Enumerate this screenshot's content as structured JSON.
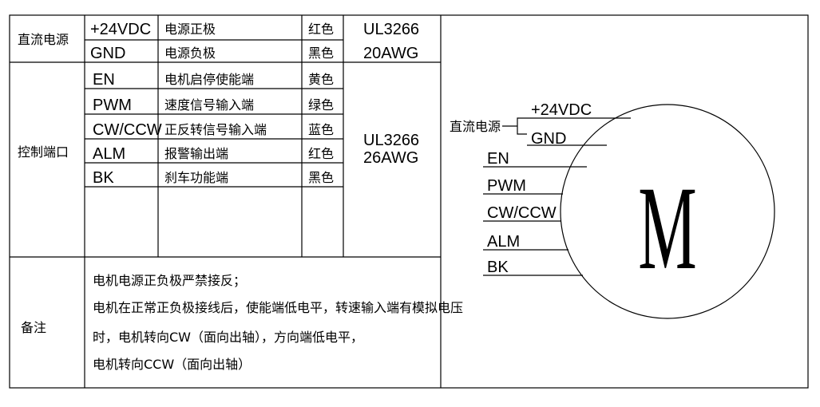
{
  "power": {
    "group": "直流电源",
    "rows": [
      {
        "signal": "+24VDC",
        "desc": "电源正极",
        "color": "红色"
      },
      {
        "signal": "GND",
        "desc": "电源负极",
        "color": "黑色"
      }
    ],
    "cable": [
      "UL3266",
      "20AWG"
    ]
  },
  "control": {
    "group": "控制端口",
    "rows": [
      {
        "signal": "EN",
        "desc": "电机启停使能端",
        "color": "黄色"
      },
      {
        "signal": "PWM",
        "desc": "速度信号输入端",
        "color": "绿色"
      },
      {
        "signal": "CW/CCW",
        "desc": "正反转信号输入端",
        "color": "蓝色"
      },
      {
        "signal": "ALM",
        "desc": "报警输出端",
        "color": "红色"
      },
      {
        "signal": "BK",
        "desc": "刹车功能端",
        "color": "黑色"
      }
    ],
    "cable": [
      "UL3266",
      "26AWG"
    ]
  },
  "notes": {
    "label": "备注",
    "lines": [
      "电机电源正负极严禁接反；",
      "电机在正常正负极接线后，使能端低电平，转速输入端有模拟电压",
      "时，电机转向CW（面向出轴），方向端低电平，",
      "电机转向CCW（面向出轴）"
    ]
  },
  "diagram": {
    "power_label": "直流电源",
    "power_signals": [
      "+24VDC",
      "GND"
    ],
    "signals": [
      "EN",
      "PWM",
      "CW/CCW",
      "ALM",
      "BK"
    ],
    "motor_label": "M"
  }
}
